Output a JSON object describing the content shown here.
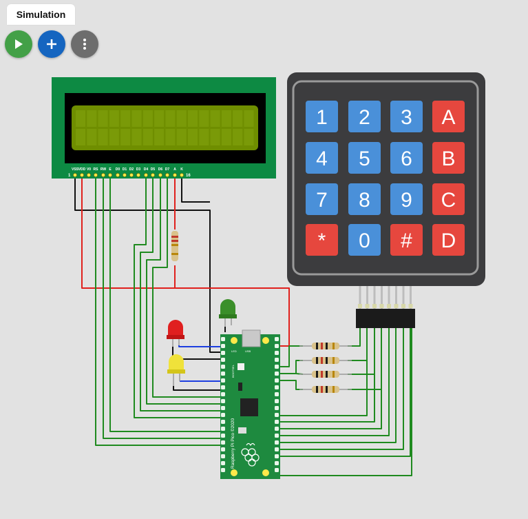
{
  "tab": {
    "label": "Simulation"
  },
  "toolbar": {
    "play_icon": "play-icon",
    "add_icon": "plus-icon",
    "menu_icon": "kebab-menu-icon",
    "play_color": "#43a047",
    "add_color": "#1565c0",
    "menu_color": "#6d6d6d"
  },
  "lcd": {
    "pin_labels": [
      "VSS",
      "VDD",
      "V0",
      "RS",
      "RW",
      "E",
      "D0",
      "D1",
      "D2",
      "D3",
      "D4",
      "D5",
      "D6",
      "D7",
      "A",
      "K"
    ],
    "pin_first": "1",
    "pin_last": "16",
    "board_color": "#0d8a43",
    "screen_color": "#6f8e00"
  },
  "keypad": {
    "keys": [
      "1",
      "2",
      "3",
      "A",
      "4",
      "5",
      "6",
      "B",
      "7",
      "8",
      "9",
      "C",
      "*",
      "0",
      "#",
      "D"
    ],
    "digit_color": "#4a90d9",
    "letter_color": "#e6473e"
  },
  "pico": {
    "silkscreen": "Raspberry Pi Pico ©2020",
    "led_label": "LED",
    "usb_label": "USB",
    "bootsel_label": "BOOTSEL",
    "board_color": "#1e8a3f"
  },
  "leds": [
    "green-led",
    "red-led",
    "yellow-led"
  ],
  "wire_colors": {
    "green": "#1f8a1f",
    "red": "#e0201c",
    "black": "#111111",
    "blue": "#1c3ee0"
  }
}
